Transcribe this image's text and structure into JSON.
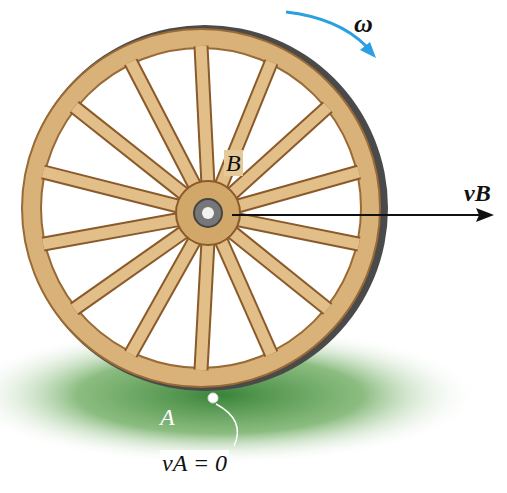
{
  "diagram": {
    "labels": [
      "ω",
      "B",
      "vB",
      "A",
      "vA = 0"
    ]
  }
}
